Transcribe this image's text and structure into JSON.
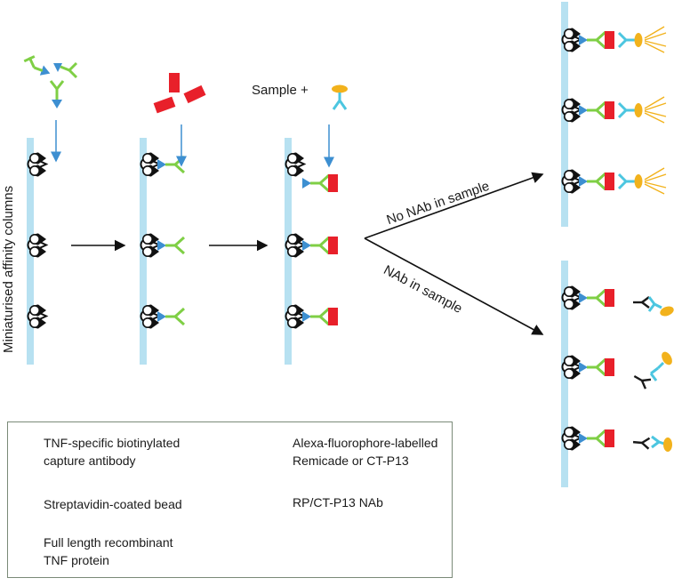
{
  "labels": {
    "column_axis": "Miniaturised affinity columns",
    "sample_plus": "Sample +",
    "no_nab": "No NAb in sample",
    "nab": "NAb in sample"
  },
  "legend": {
    "capture_antibody_line1": "TNF-specific biotinylated",
    "capture_antibody_line2": "capture antibody",
    "bead": "Streptavidin-coated bead",
    "tnf_line1": "Full length recombinant",
    "tnf_line2": "TNF protein",
    "remicade_line1": "Alexa-fluorophore-labelled",
    "remicade_line2": "Remicade or CT-P13",
    "nab": "RP/CT-P13 NAb"
  },
  "colors": {
    "column": "#b7e1f1",
    "antibody": "#7fcf45",
    "biotin": "#3d8fd1",
    "tnf": "#e8202a",
    "remicade": "#4cc6e0",
    "fluorophore": "#f2b21c",
    "nab": "#1a1a1a",
    "arrow_blue": "#3d8fd1",
    "legend_border": "#7a8a78"
  }
}
